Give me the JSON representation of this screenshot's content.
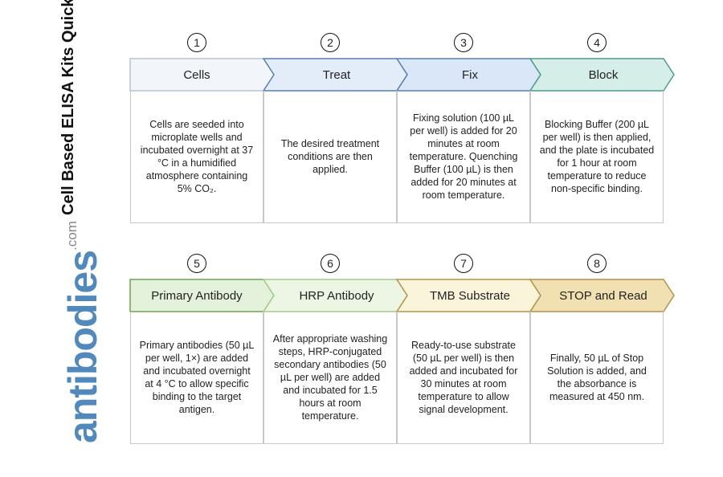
{
  "title": "Cell Based ELISA Kits Quick Protocol",
  "logo": {
    "main": "antibodies",
    "suffix": ".com"
  },
  "steps": [
    {
      "number": "1",
      "label": "Cells",
      "fill": "#f2f6fb",
      "stroke": "#b8c4d4",
      "text": "Cells are seeded into microplate wells and incubated overnight at 37 °C in a humidified atmosphere containing 5% CO₂."
    },
    {
      "number": "2",
      "label": "Treat",
      "fill": "#e3ecf9",
      "stroke": "#5b7fae",
      "text": "The desired treatment conditions are then applied."
    },
    {
      "number": "3",
      "label": "Fix",
      "fill": "#d9e7f8",
      "stroke": "#5b7fae",
      "text": "Fixing solution (100 µL per well) is added for 20 minutes at room temperature. Quenching Buffer (100 µL) is then added for 20 minutes at room temperature."
    },
    {
      "number": "4",
      "label": "Block",
      "fill": "#d5eee8",
      "stroke": "#4f9b8c",
      "text": "Blocking Buffer (200 µL per well) is then applied, and the plate is incubated for 1 hour at room temperature to reduce non-specific binding."
    },
    {
      "number": "5",
      "label": "Primary Antibody",
      "fill": "#e4f2dc",
      "stroke": "#6aa44e",
      "text": "Primary antibodies (50 µL per well, 1×) are added and incubated overnight at 4 °C to allow specific binding to the target antigen."
    },
    {
      "number": "6",
      "label": "HRP Antibody",
      "fill": "#edf6e5",
      "stroke": "#a9c98a",
      "text": "After appropriate washing steps, HRP-conjugated secondary antibodies (50 µL per well) are added and incubated for 1.5 hours at room temperature."
    },
    {
      "number": "7",
      "label": "TMB Substrate",
      "fill": "#faf5da",
      "stroke": "#b4924a",
      "text": "Ready-to-use substrate (50 µL per well) is then added and incubated for 30 minutes at room temperature to allow signal development."
    },
    {
      "number": "8",
      "label": "STOP and Read",
      "fill": "#f1e0b2",
      "stroke": "#b4924a",
      "text": "Finally, 50 µL of Stop Solution is added, and the absorbance is measured at 450 nm."
    }
  ]
}
